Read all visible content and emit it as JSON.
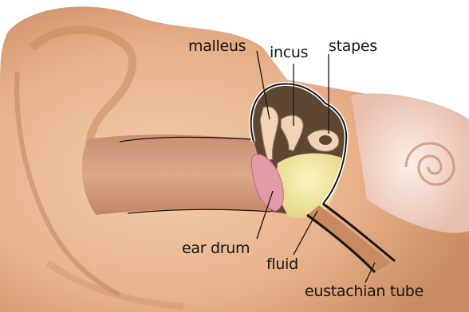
{
  "diagram": {
    "labels": {
      "malleus": "malleus",
      "incus": "incus",
      "stapes": "stapes",
      "ear_drum": "ear drum",
      "fluid": "fluid",
      "eustachian_tube": "eustachian tube"
    },
    "colors": {
      "skin": "#e9b48b",
      "skin_shadow": "#c98a61",
      "canal": "#d8a286",
      "ear_drum": "#e59aa7",
      "fluid": "#efe59a",
      "middle_ear_dark": "#5d4733",
      "ossicle": "#f1d3b8",
      "outline": "#1a1512",
      "cochlea": "#f3d6c9"
    }
  }
}
